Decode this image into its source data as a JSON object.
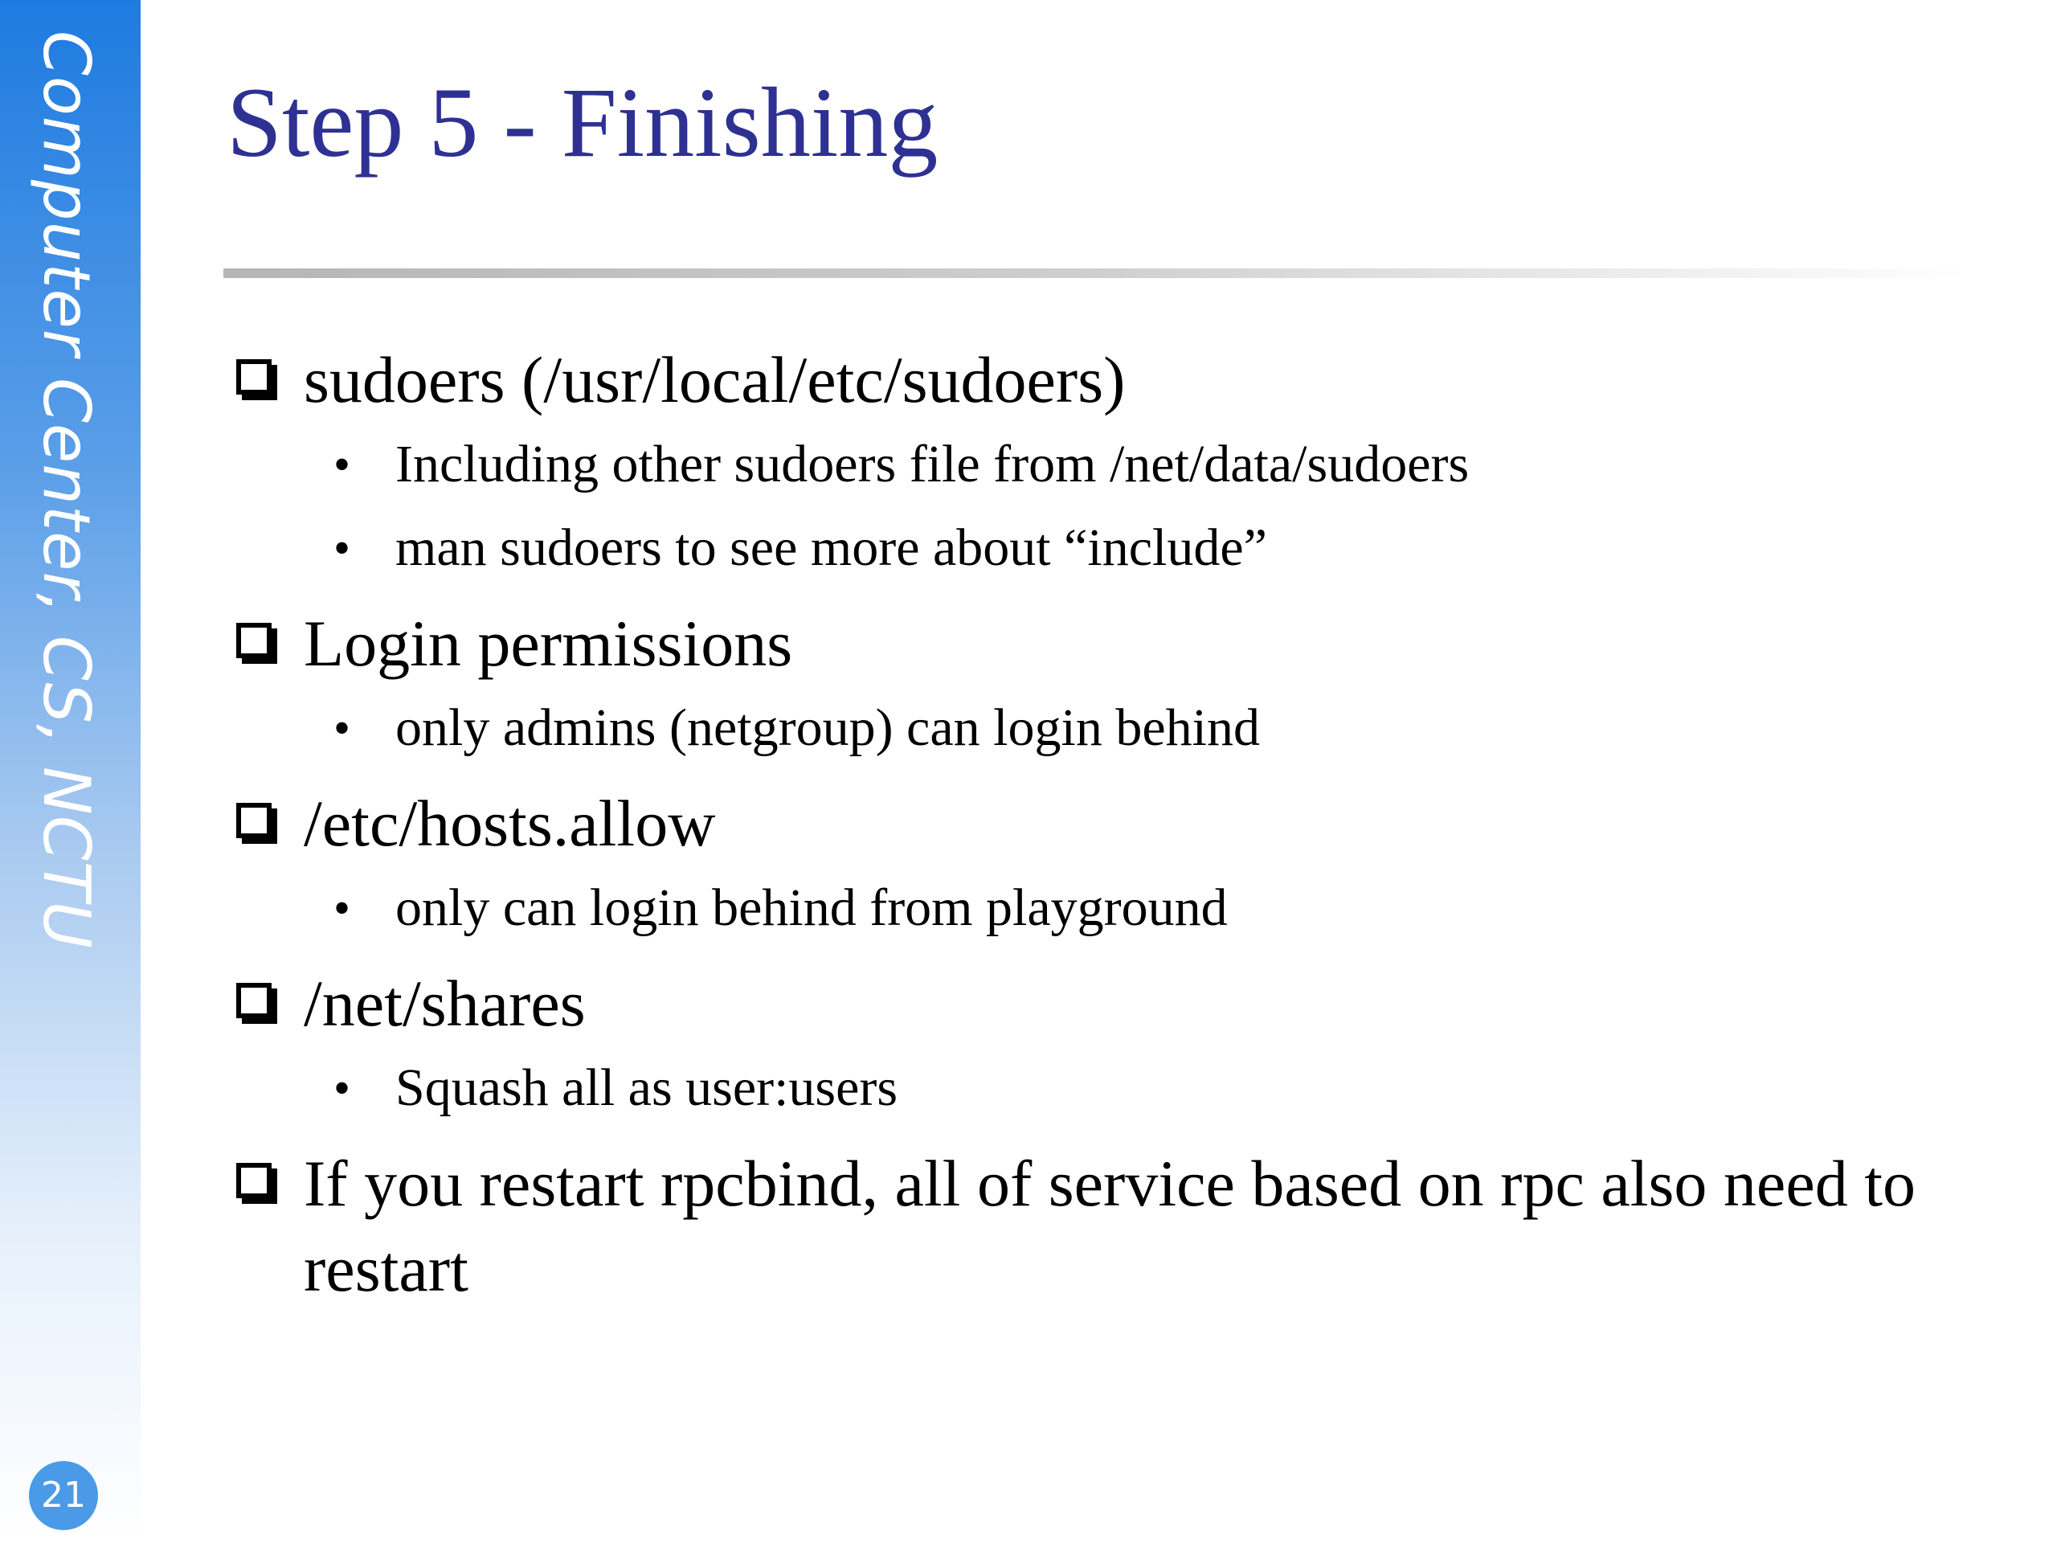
{
  "sidebar": {
    "label": "Computer Center, CS, NCTU",
    "page_number": "21"
  },
  "title": "Step 5 - Finishing",
  "items": [
    {
      "text": "sudoers (/usr/local/etc/sudoers)",
      "subitems": [
        "Including other sudoers file from /net/data/sudoers",
        "man sudoers to see more about “include”"
      ]
    },
    {
      "text": "Login permissions",
      "subitems": [
        "only admins (netgroup) can login behind"
      ]
    },
    {
      "text": "/etc/hosts.allow",
      "subitems": [
        "only can login behind from playground"
      ]
    },
    {
      "text": "/net/shares",
      "subitems": [
        "Squash all as user:users"
      ]
    },
    {
      "text": "If you restart rpcbind, all of service based on rpc also need to restart",
      "subitems": []
    }
  ],
  "colors": {
    "title": "#2e3192",
    "sidebar_top": "#1e7be0",
    "sidebar_bottom": "#ffffff"
  },
  "icons": {
    "item_marker": "hollow-box-icon",
    "subitem_marker": "bullet-dot-icon"
  }
}
